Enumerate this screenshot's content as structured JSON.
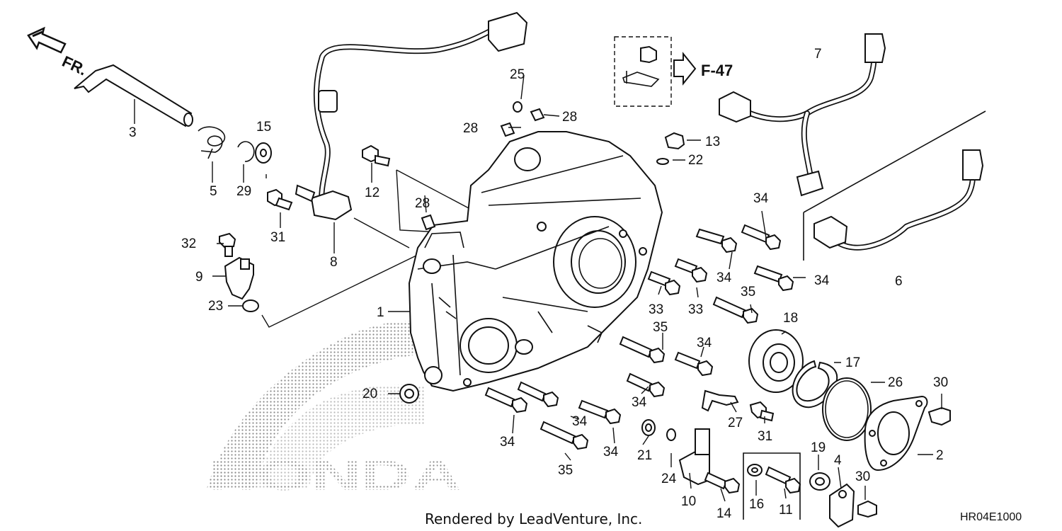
{
  "diagram": {
    "front_label": "FR.",
    "reference_label": "F-47",
    "credit": "Rendered by LeadVenture, Inc.",
    "diagram_code": "HR04E1000",
    "watermark_brand": "HONDA",
    "part_labels": {
      "p1": "1",
      "p2": "2",
      "p3": "3",
      "p4": "4",
      "p5": "5",
      "p6": "6",
      "p7": "7",
      "p8": "8",
      "p9": "9",
      "p10": "10",
      "p11": "11",
      "p12": "12",
      "p13": "13",
      "p14": "14",
      "p15": "15",
      "p16": "16",
      "p17": "17",
      "p18": "18",
      "p19": "19",
      "p20": "20",
      "p21": "21",
      "p22": "22",
      "p23": "23",
      "p24": "24",
      "p25": "25",
      "p26": "26",
      "p27": "27",
      "p28": "28",
      "p29": "29",
      "p30": "30",
      "p31": "31",
      "p32": "32",
      "p33": "33",
      "p34": "34",
      "p35": "35"
    }
  }
}
